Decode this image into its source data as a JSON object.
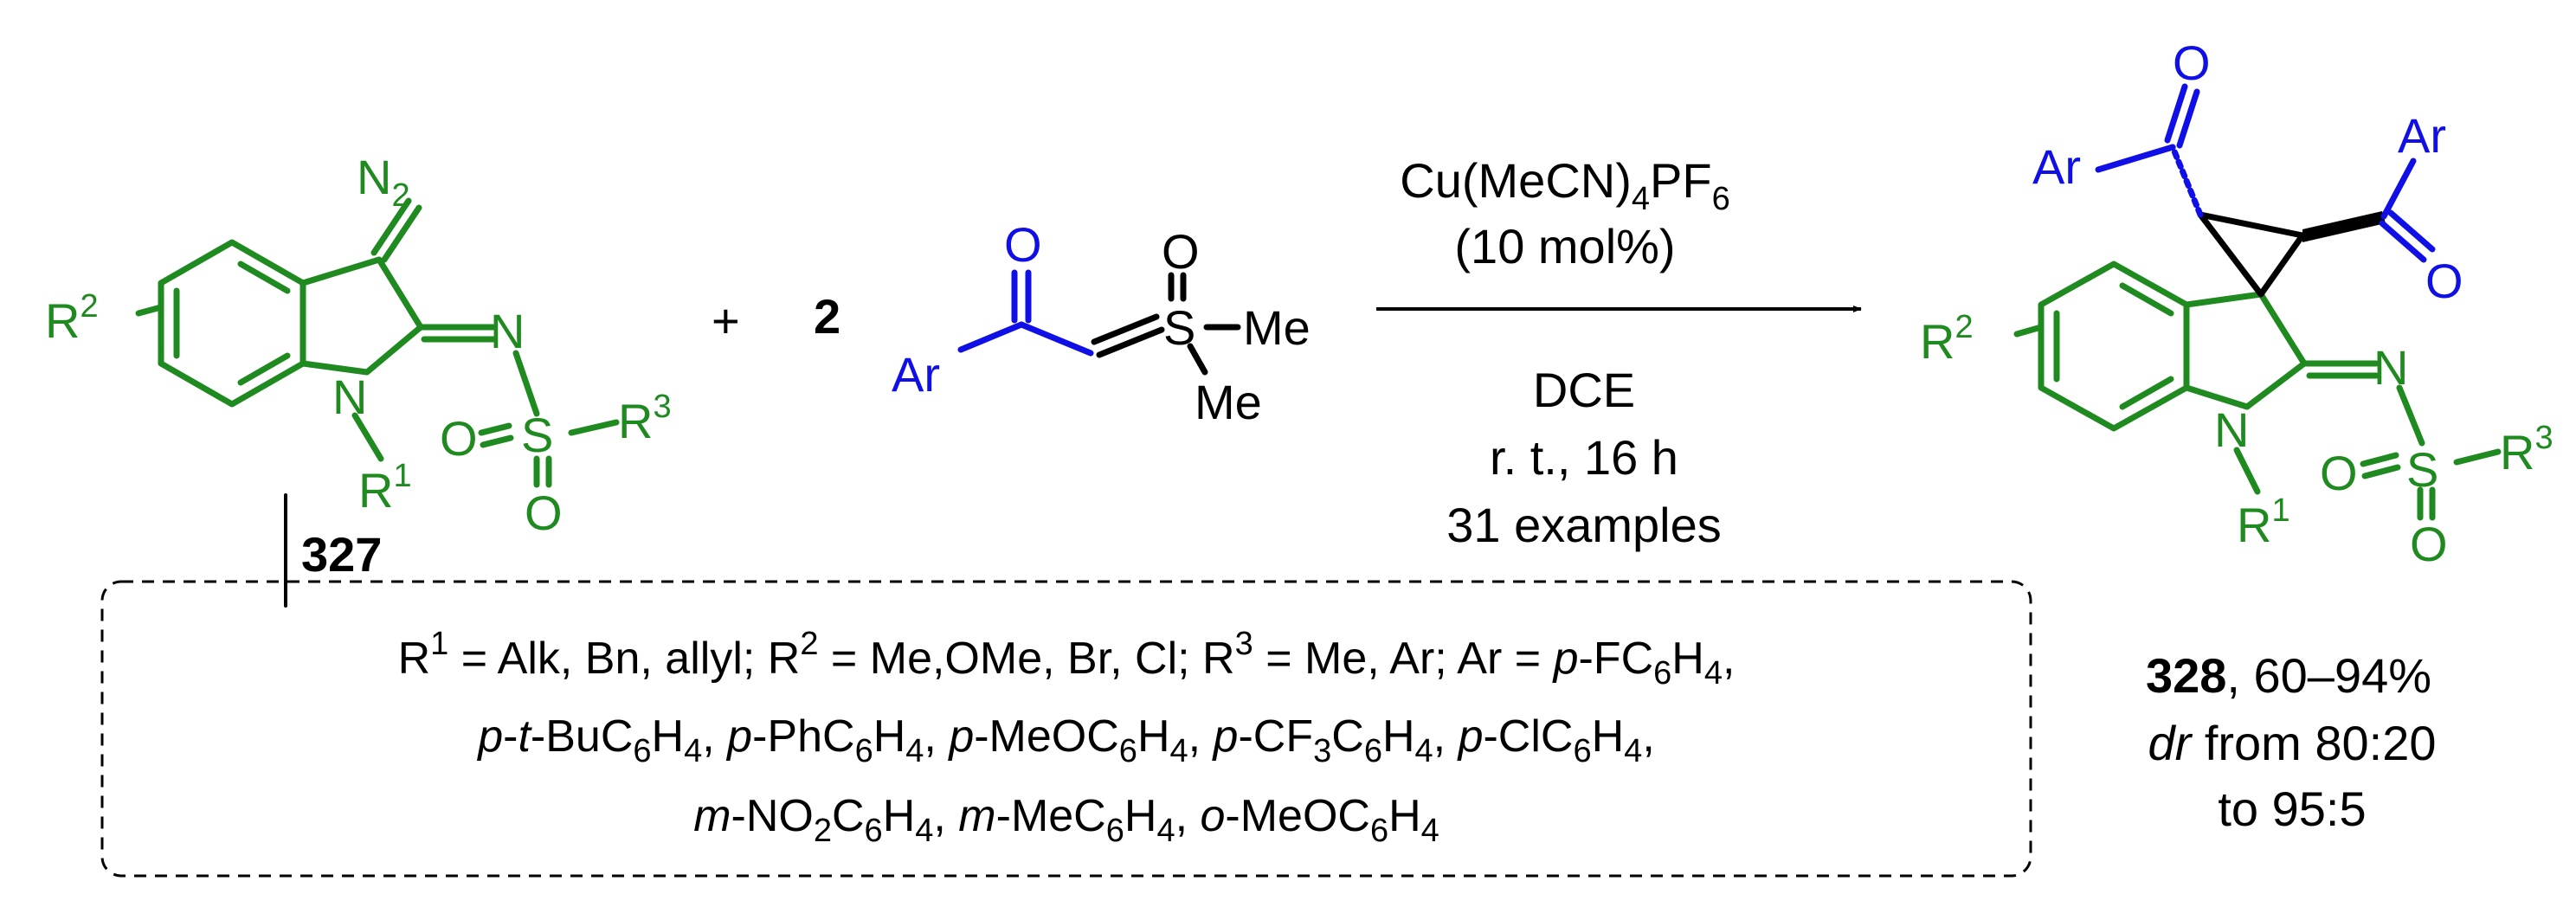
{
  "colors": {
    "substrate": "#1f8a1f",
    "reagent": "#1010e6",
    "text": "#000000"
  },
  "reactant1": {
    "number": "327",
    "atoms": {
      "n2": "N",
      "n2_sub": "2",
      "n_imine": "N",
      "n_ring": "N",
      "s": "S",
      "o1": "O",
      "o2": "O",
      "r1": "R",
      "r1_sup": "1",
      "r2": "R",
      "r2_sup": "2",
      "r3": "R",
      "r3_sup": "3"
    }
  },
  "plus": "+",
  "reagent": {
    "equiv": "2",
    "atoms": {
      "o": "O",
      "ar": "Ar",
      "s": "S",
      "so": "O",
      "me1": "Me",
      "me2": "Me"
    }
  },
  "conditions": {
    "catalyst_main": "Cu(MeCN)",
    "catalyst_sub1": "4",
    "catalyst_tail": "PF",
    "catalyst_sub2": "6",
    "loading": "(10 mol%)",
    "solvent": "DCE",
    "temp_time": "r. t., 16 h",
    "examples": "31 examples"
  },
  "product": {
    "number": "328",
    "yield": ", 60–94%",
    "dr_label": "dr",
    "dr_text": " from 80:20",
    "dr_text2": "to 95:5",
    "atoms": {
      "o_top": "O",
      "ar_left": "Ar",
      "ar_right": "Ar",
      "o_right": "O",
      "n_imine": "N",
      "n_ring": "N",
      "s": "S",
      "o1": "O",
      "o2": "O",
      "r1": "R",
      "r1_sup": "1",
      "r2": "R",
      "r2_sup": "2",
      "r3": "R",
      "r3_sup": "3"
    }
  },
  "substituents": {
    "line1": {
      "r1": "R",
      "r1_sup": "1",
      "r1_val": " = Alk, Bn, allyl; ",
      "r2": "R",
      "r2_sup": "2",
      "r2_val": " = Me,OMe, Br, Cl; ",
      "r3": "R",
      "r3_sup": "3",
      "r3_val": " = Me, Ar; Ar = ",
      "p1": "p",
      "f1": "-FC",
      "s1": "6",
      "h1": "H",
      "s1b": "4",
      "end": ","
    },
    "line2": {
      "p1": "p",
      "t1": "-",
      "t1i": "t",
      "t1b": "-BuC",
      "s1": "6",
      "h1": "H",
      "s1b": "4",
      "c1": ", ",
      "p2": "p",
      "t2": "-PhC",
      "s2": "6",
      "h2": "H",
      "s2b": "4",
      "c2": ", ",
      "p3": "p",
      "t3": "-MeOC",
      "s3": "6",
      "h3": "H",
      "s3b": "4",
      "c3": ", ",
      "p4": "p",
      "t4": "-CF",
      "s4a": "3",
      "t4b": "C",
      "s4": "6",
      "h4": "H",
      "s4b": "4",
      "c4": ", ",
      "p5": "p",
      "t5": "-ClC",
      "s5": "6",
      "h5": "H",
      "s5b": "4",
      "c5": ","
    },
    "line3": {
      "m1": "m",
      "t1": "-NO",
      "s1a": "2",
      "t1b": "C",
      "s1": "6",
      "h1": "H",
      "s1b": "4",
      "c1": ", ",
      "m2": "m",
      "t2": "-MeC",
      "s2": "6",
      "h2": "H",
      "s2b": "4",
      "c2": ", ",
      "o3": "o",
      "t3": "-MeOC",
      "s3": "6",
      "h3": "H",
      "s3b": "4"
    }
  }
}
